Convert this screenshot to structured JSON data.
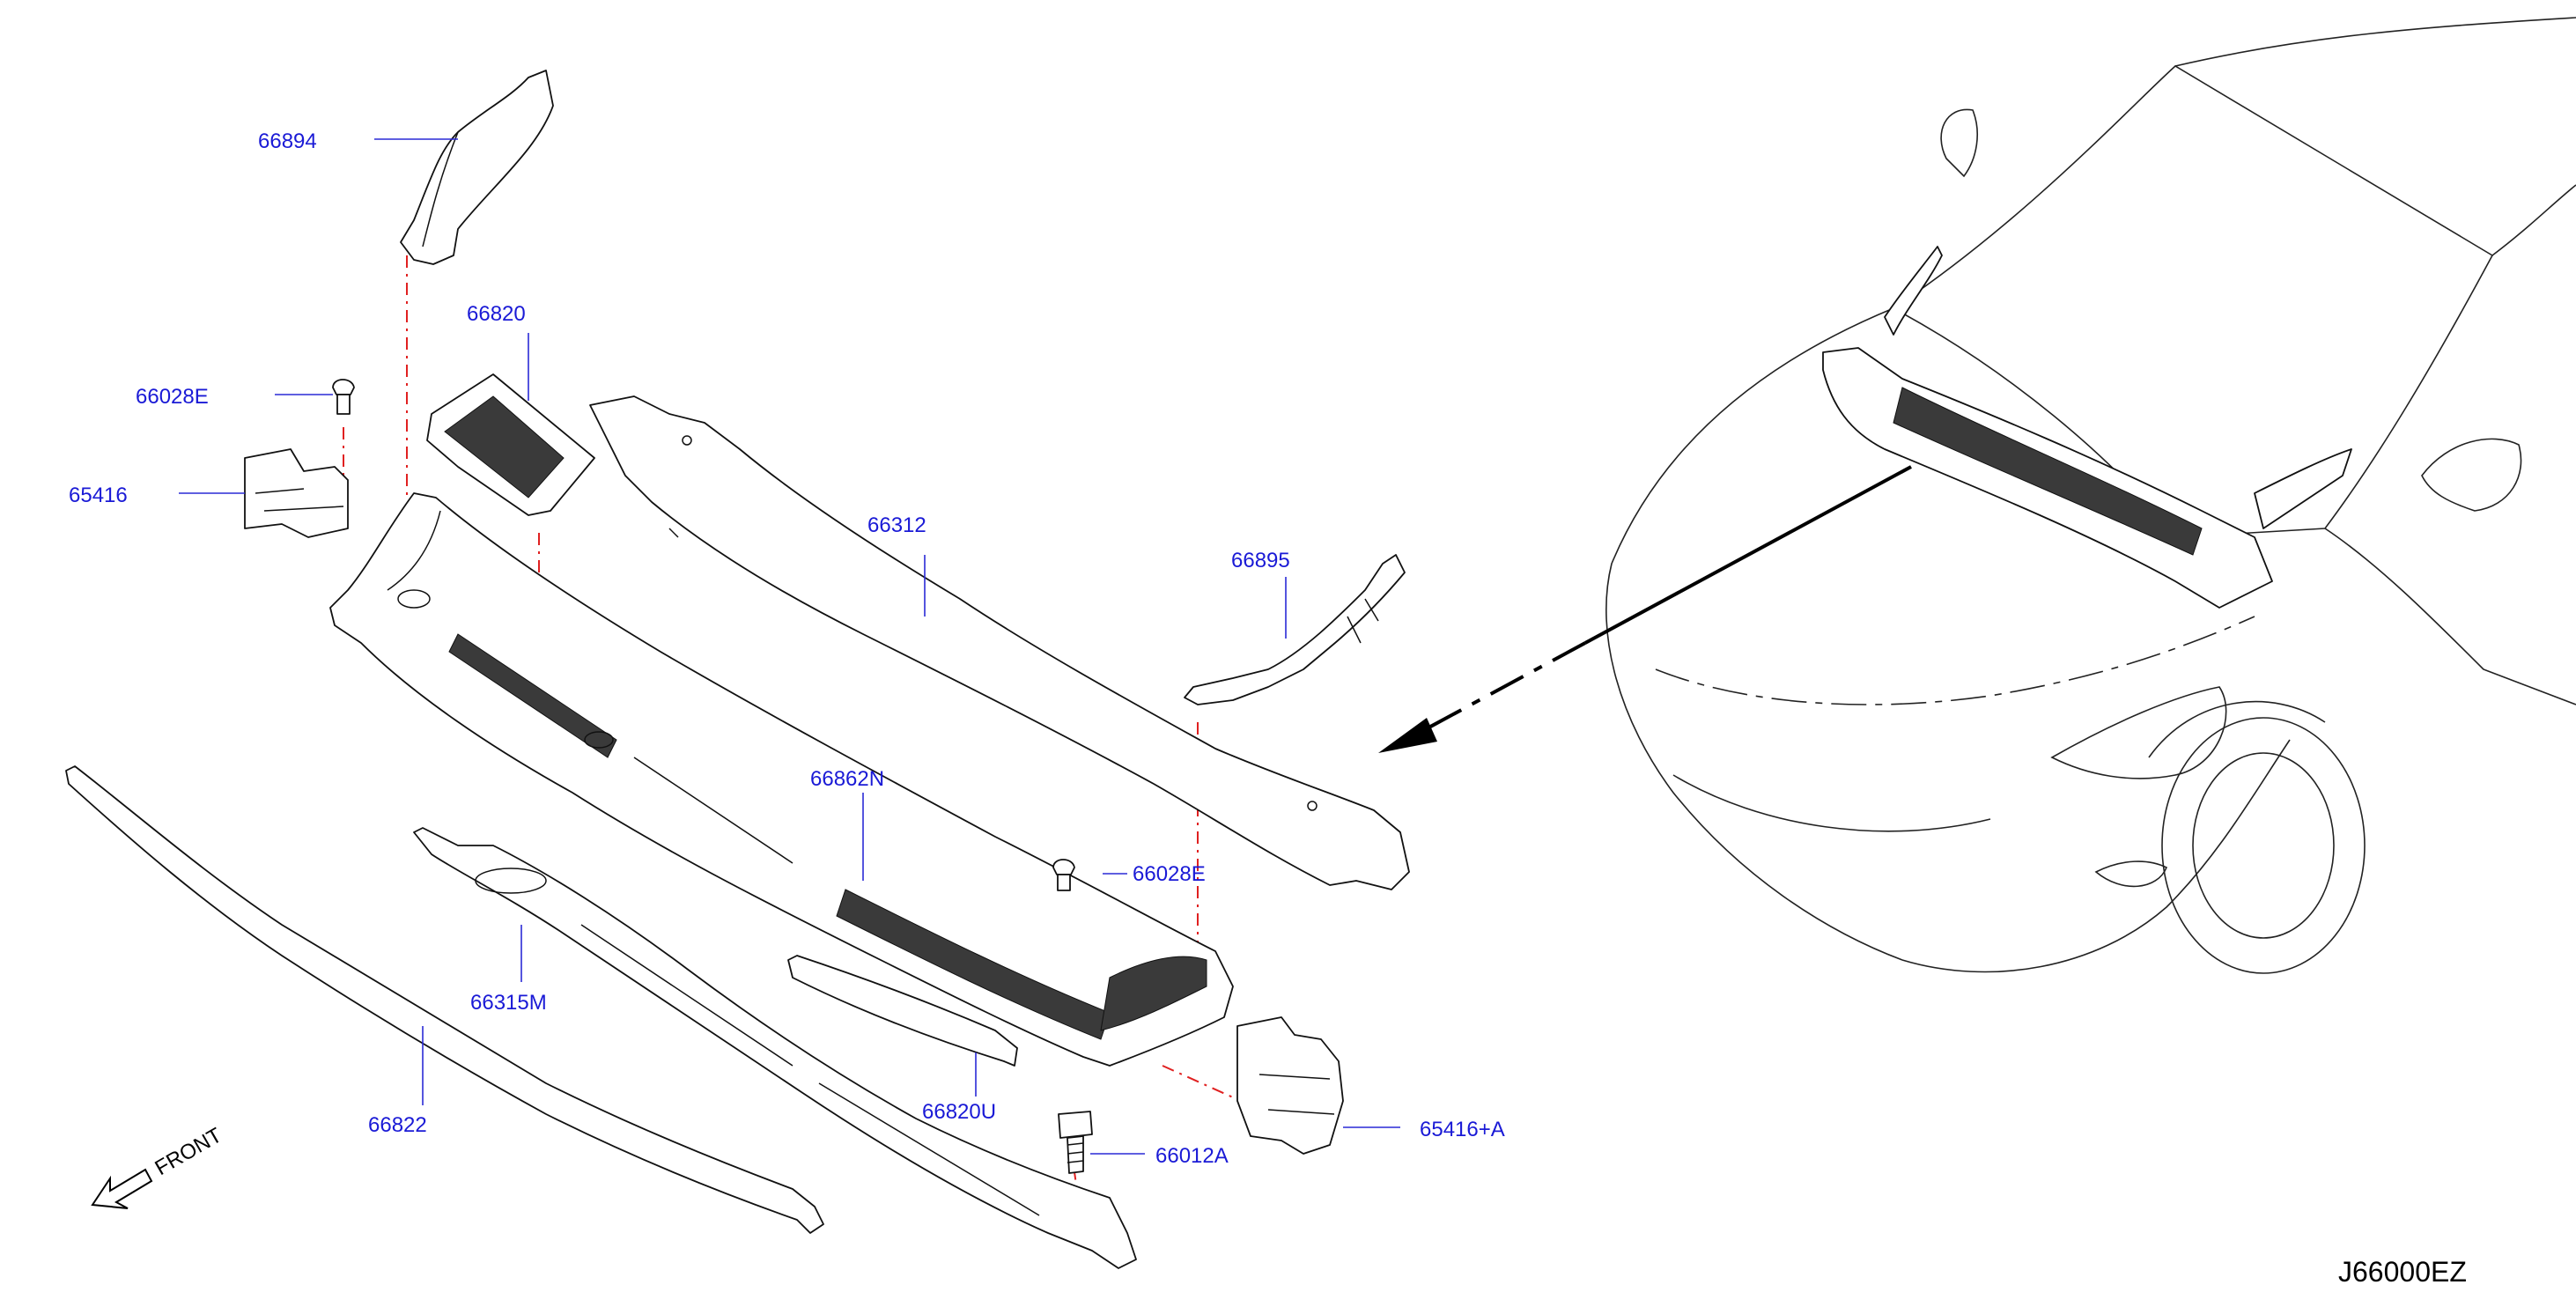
{
  "callouts": {
    "c66894": "66894",
    "c66820": "66820",
    "c66028E_left": "66028E",
    "c65416": "65416",
    "c66312": "66312",
    "c66895": "66895",
    "c66862N": "66862N",
    "c66028E_right": "66028E",
    "c66315M": "66315M",
    "c66820U": "66820U",
    "c66822": "66822",
    "c65416A": "65416+A",
    "c66012A": "66012A"
  },
  "front_label": "FRONT",
  "figure_id": "J66000EZ",
  "colors": {
    "callout": "#1a1ad6",
    "leader": "#2a2ad6",
    "centerline": "#e02020",
    "outline": "#111111"
  }
}
